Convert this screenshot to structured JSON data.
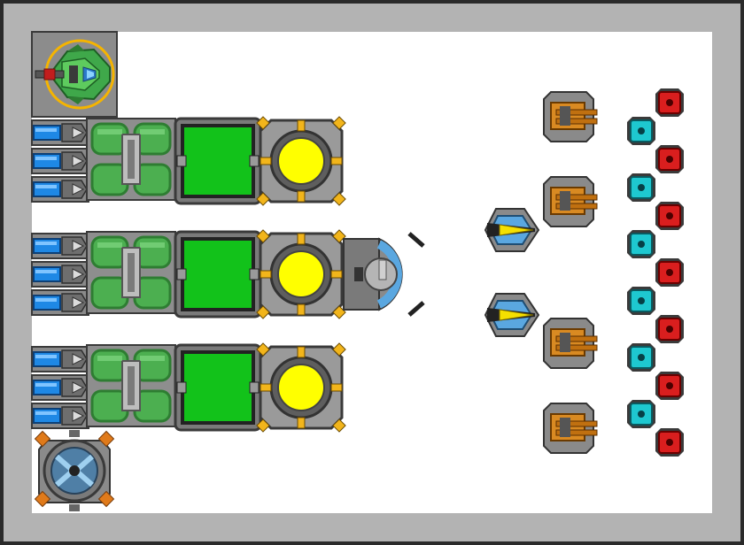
{
  "colors": {
    "background_border": "#b3b3b3",
    "field": "#ffffff",
    "outer_frame": "#2a2a2a",
    "hull_gray": "#9a9a9a",
    "hull_dark": "#505050",
    "tank_green": "#4caf50",
    "tank_green_dark": "#2e7d32",
    "reactor_green": "#12c21a",
    "core_yellow": "#ffff00",
    "gold_bolt": "#f2b51b",
    "thruster_blue": "#1e88e5",
    "shield_blue": "#5aa7e0",
    "turret_orange": "#d98a22",
    "enemy_red": "#d91e1e",
    "enemy_cyan": "#1ec8d0",
    "fighter_yellow": "#f5e000"
  },
  "player_ship": {
    "icon": "green-fighter-ship-icon",
    "selected": true
  },
  "rows": [
    {
      "name": "row-1",
      "thrusters": 3,
      "has_turret": false
    },
    {
      "name": "row-2",
      "thrusters": 3,
      "has_turret": true
    },
    {
      "name": "row-3",
      "thrusters": 3,
      "has_turret": false
    }
  ],
  "enemies": {
    "turrets": 4,
    "fighters": 2,
    "red_drones": 7,
    "cyan_drones": 6
  },
  "docking_port": {
    "icon": "docking-hatch-icon"
  }
}
